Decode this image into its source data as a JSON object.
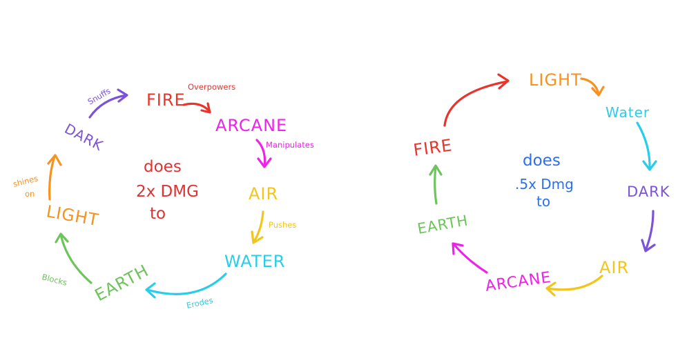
{
  "colors": {
    "fire": "#e8342c",
    "arcane": "#ee22e8",
    "air": "#f3c51a",
    "water": "#27cde9",
    "earth": "#6cc45a",
    "light": "#f7921f",
    "dark": "#7b52d8",
    "strong_center": "#e03232",
    "weak_center": "#2a6ff2"
  },
  "strong_cycle": {
    "nodes": {
      "fire": "FIRE",
      "arcane": "ARCANE",
      "air": "AIR",
      "water": "WATER",
      "earth": "EARTH",
      "light": "LIGHT",
      "dark": "DARK"
    },
    "verbs": {
      "fire_arcane": "Overpowers",
      "arcane_air": "Manipulates",
      "air_water": "Pushes",
      "water_earth": "Erodes",
      "earth_light": "Blocks",
      "light_dark_1": "shines",
      "light_dark_2": "on",
      "dark_fire": "Snuffs"
    },
    "center": [
      "does",
      "2x DMG",
      "to"
    ]
  },
  "weak_cycle": {
    "nodes": {
      "light": "LIGHT",
      "water": "Water",
      "dark": "DARK",
      "air": "AIR",
      "arcane": "ARCANE",
      "earth": "EARTH",
      "fire": "FIRE"
    },
    "center": [
      "does",
      ".5x Dmg",
      "to"
    ]
  }
}
